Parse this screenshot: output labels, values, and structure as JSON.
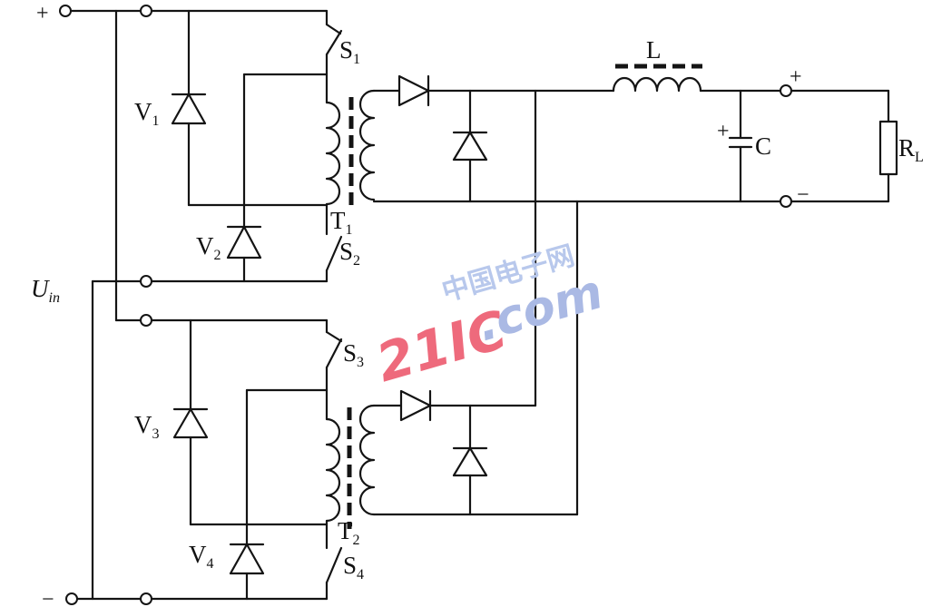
{
  "labels": {
    "plus_in": "+",
    "minus_in": "−",
    "uin_main": "U",
    "uin_sub": "in",
    "v1_main": "V",
    "v1_sub": "1",
    "v2_main": "V",
    "v2_sub": "2",
    "v3_main": "V",
    "v3_sub": "3",
    "v4_main": "V",
    "v4_sub": "4",
    "s1_main": "S",
    "s1_sub": "1",
    "s2_main": "S",
    "s2_sub": "2",
    "s3_main": "S",
    "s3_sub": "3",
    "s4_main": "S",
    "s4_sub": "4",
    "t1_main": "T",
    "t1_sub": "1",
    "t2_main": "T",
    "t2_sub": "2",
    "inductor": "L",
    "capacitor": "C",
    "cap_plus": "+",
    "rl_main": "R",
    "rl_sub": "L",
    "out_plus": "+",
    "out_minus": "−"
  },
  "watermark": {
    "chinese": "中国电子网",
    "number": "21IC",
    "domain": ".com"
  },
  "colors": {
    "line": "#141414",
    "background": "#ffffff",
    "watermark_red": "#ee6a7c",
    "watermark_blue": "#aab9e4"
  }
}
